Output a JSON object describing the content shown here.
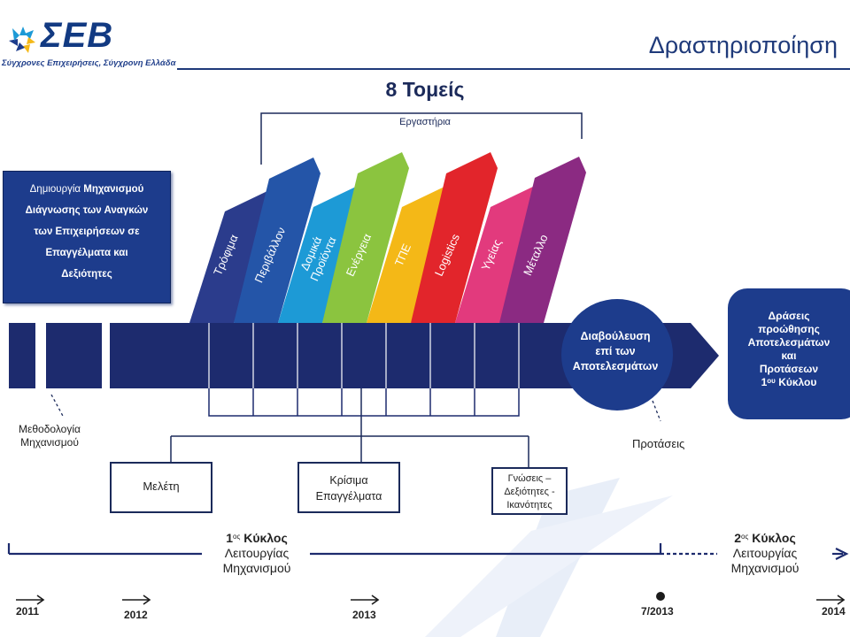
{
  "logo": {
    "name": "ΣΕΒ",
    "tagline": "Σύγχρονες Επιχειρήσεις, Σύγχρονη Ελλάδα"
  },
  "title": "Δραστηριοποίηση",
  "sectors_title": "8 Τομείς",
  "workshops_label": "Εργαστήρια",
  "sectors": [
    {
      "label": "Τρόφιμα",
      "color": "#2b3c8c"
    },
    {
      "label": "Περιβάλλον",
      "color": "#2455a8"
    },
    {
      "label": "Δομικά Προϊόντα",
      "color": "#1d9ad6"
    },
    {
      "label": "Ενέργεια",
      "color": "#8bc43f"
    },
    {
      "label": "ΤΠΕ",
      "color": "#f4b817"
    },
    {
      "label": "Logistics",
      "color": "#e2252b"
    },
    {
      "label": "Υγείας",
      "color": "#e23a7d"
    },
    {
      "label": "Μέταλλο",
      "color": "#8b2a82"
    }
  ],
  "left_box": {
    "line1_pre": "Δημιουργία ",
    "line1_bold": "Μηχανισμού",
    "line2": "Διάγνωσης των Αναγκών",
    "line3": "των Επιχειρήσεων σε",
    "line4": "Επαγγέλματα και",
    "line5": "Δεξιότητες"
  },
  "consultation": {
    "line1": "Διαβούλευση",
    "line2": "επί των",
    "line3": "Αποτελεσμάτων"
  },
  "right_box": {
    "line1": "Δράσεις",
    "line2": "προώθησης",
    "line3": "Αποτελεσμάτων",
    "line4": "και",
    "line5": "Προτάσεων",
    "line6_num": "1",
    "line6_sup": "ου",
    "line6_text": "Κύκλου"
  },
  "methodology": {
    "line1": "Μεθοδολογία",
    "line2": "Μηχανισμού"
  },
  "proposals": "Προτάσεις",
  "boxes": {
    "study": "Μελέτη",
    "critical_line1": "Κρίσιμα",
    "critical_line2": "Επαγγέλματα",
    "knowledge_line1": "Γνώσεις –",
    "knowledge_line2": "Δεξιότητες -",
    "knowledge_line3": "Ικανότητες"
  },
  "cycle1": {
    "num": "1",
    "sup": "ος",
    "title": "Κύκλος",
    "line2": "Λειτουργίας",
    "line3": "Μηχανισμού"
  },
  "cycle2": {
    "num": "2",
    "sup": "ος",
    "title": "Κύκλος",
    "line2": "Λειτουργίας",
    "line3": "Μηχανισμού"
  },
  "years": {
    "y2011": "2011",
    "y2012": "2012",
    "y2013": "2013",
    "y7_2013": "7/2013",
    "y2014": "2014"
  },
  "colors": {
    "navy": "#1d2b6e",
    "brand": "#1d3c8c"
  }
}
